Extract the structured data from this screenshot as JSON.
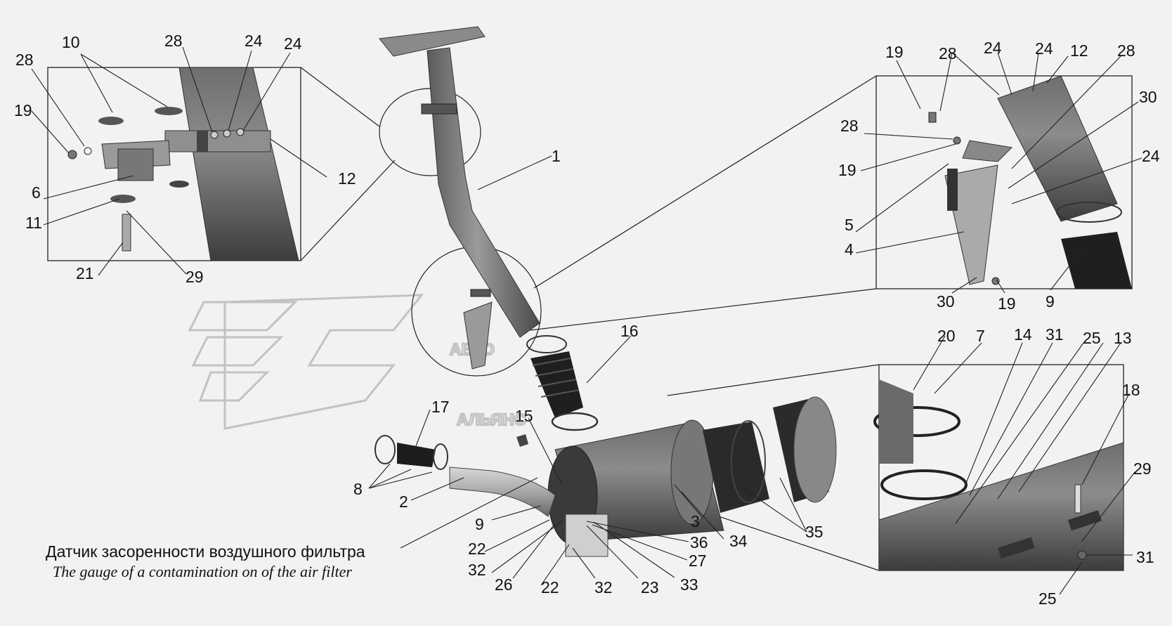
{
  "watermark": {
    "line1": "АВТО",
    "line2": "АЛЬЯНС"
  },
  "caption": {
    "ru": "Датчик засоренности воздушного фильтра",
    "en": "The gauge of a contamination on of the air filter"
  },
  "callouts": [
    {
      "id": "c01",
      "text": "28"
    },
    {
      "id": "c02",
      "text": "10"
    },
    {
      "id": "c03",
      "text": "28"
    },
    {
      "id": "c04",
      "text": "24"
    },
    {
      "id": "c05",
      "text": "24"
    },
    {
      "id": "c06",
      "text": "19"
    },
    {
      "id": "c07",
      "text": "6"
    },
    {
      "id": "c08",
      "text": "11"
    },
    {
      "id": "c09",
      "text": "21"
    },
    {
      "id": "c10",
      "text": "29"
    },
    {
      "id": "c11",
      "text": "12"
    },
    {
      "id": "c12",
      "text": "1"
    },
    {
      "id": "c13",
      "text": "19"
    },
    {
      "id": "c14",
      "text": "28"
    },
    {
      "id": "c15",
      "text": "24"
    },
    {
      "id": "c16",
      "text": "24"
    },
    {
      "id": "c17",
      "text": "12"
    },
    {
      "id": "c18",
      "text": "28"
    },
    {
      "id": "c19",
      "text": "30"
    },
    {
      "id": "c20",
      "text": "28"
    },
    {
      "id": "c21",
      "text": "19"
    },
    {
      "id": "c22",
      "text": "24"
    },
    {
      "id": "c23",
      "text": "5"
    },
    {
      "id": "c24",
      "text": "4"
    },
    {
      "id": "c25",
      "text": "30"
    },
    {
      "id": "c26",
      "text": "19"
    },
    {
      "id": "c27",
      "text": "9"
    },
    {
      "id": "c28",
      "text": "16"
    },
    {
      "id": "c29",
      "text": "20"
    },
    {
      "id": "c30",
      "text": "7"
    },
    {
      "id": "c31",
      "text": "14"
    },
    {
      "id": "c32",
      "text": "31"
    },
    {
      "id": "c33",
      "text": "25"
    },
    {
      "id": "c34",
      "text": "13"
    },
    {
      "id": "c35",
      "text": "18"
    },
    {
      "id": "c36",
      "text": "29"
    },
    {
      "id": "c37",
      "text": "31"
    },
    {
      "id": "c38",
      "text": "25"
    },
    {
      "id": "c39",
      "text": "17"
    },
    {
      "id": "c40",
      "text": "15"
    },
    {
      "id": "c41",
      "text": "8"
    },
    {
      "id": "c42",
      "text": "2"
    },
    {
      "id": "c43",
      "text": "9"
    },
    {
      "id": "c44",
      "text": "3"
    },
    {
      "id": "c45",
      "text": "34"
    },
    {
      "id": "c46",
      "text": "35"
    },
    {
      "id": "c47",
      "text": "36"
    },
    {
      "id": "c48",
      "text": "27"
    },
    {
      "id": "c49",
      "text": "33"
    },
    {
      "id": "c50",
      "text": "23"
    },
    {
      "id": "c51",
      "text": "32"
    },
    {
      "id": "c52",
      "text": "22"
    },
    {
      "id": "c53",
      "text": "26"
    },
    {
      "id": "c54",
      "text": "32"
    },
    {
      "id": "c55",
      "text": "22"
    }
  ]
}
